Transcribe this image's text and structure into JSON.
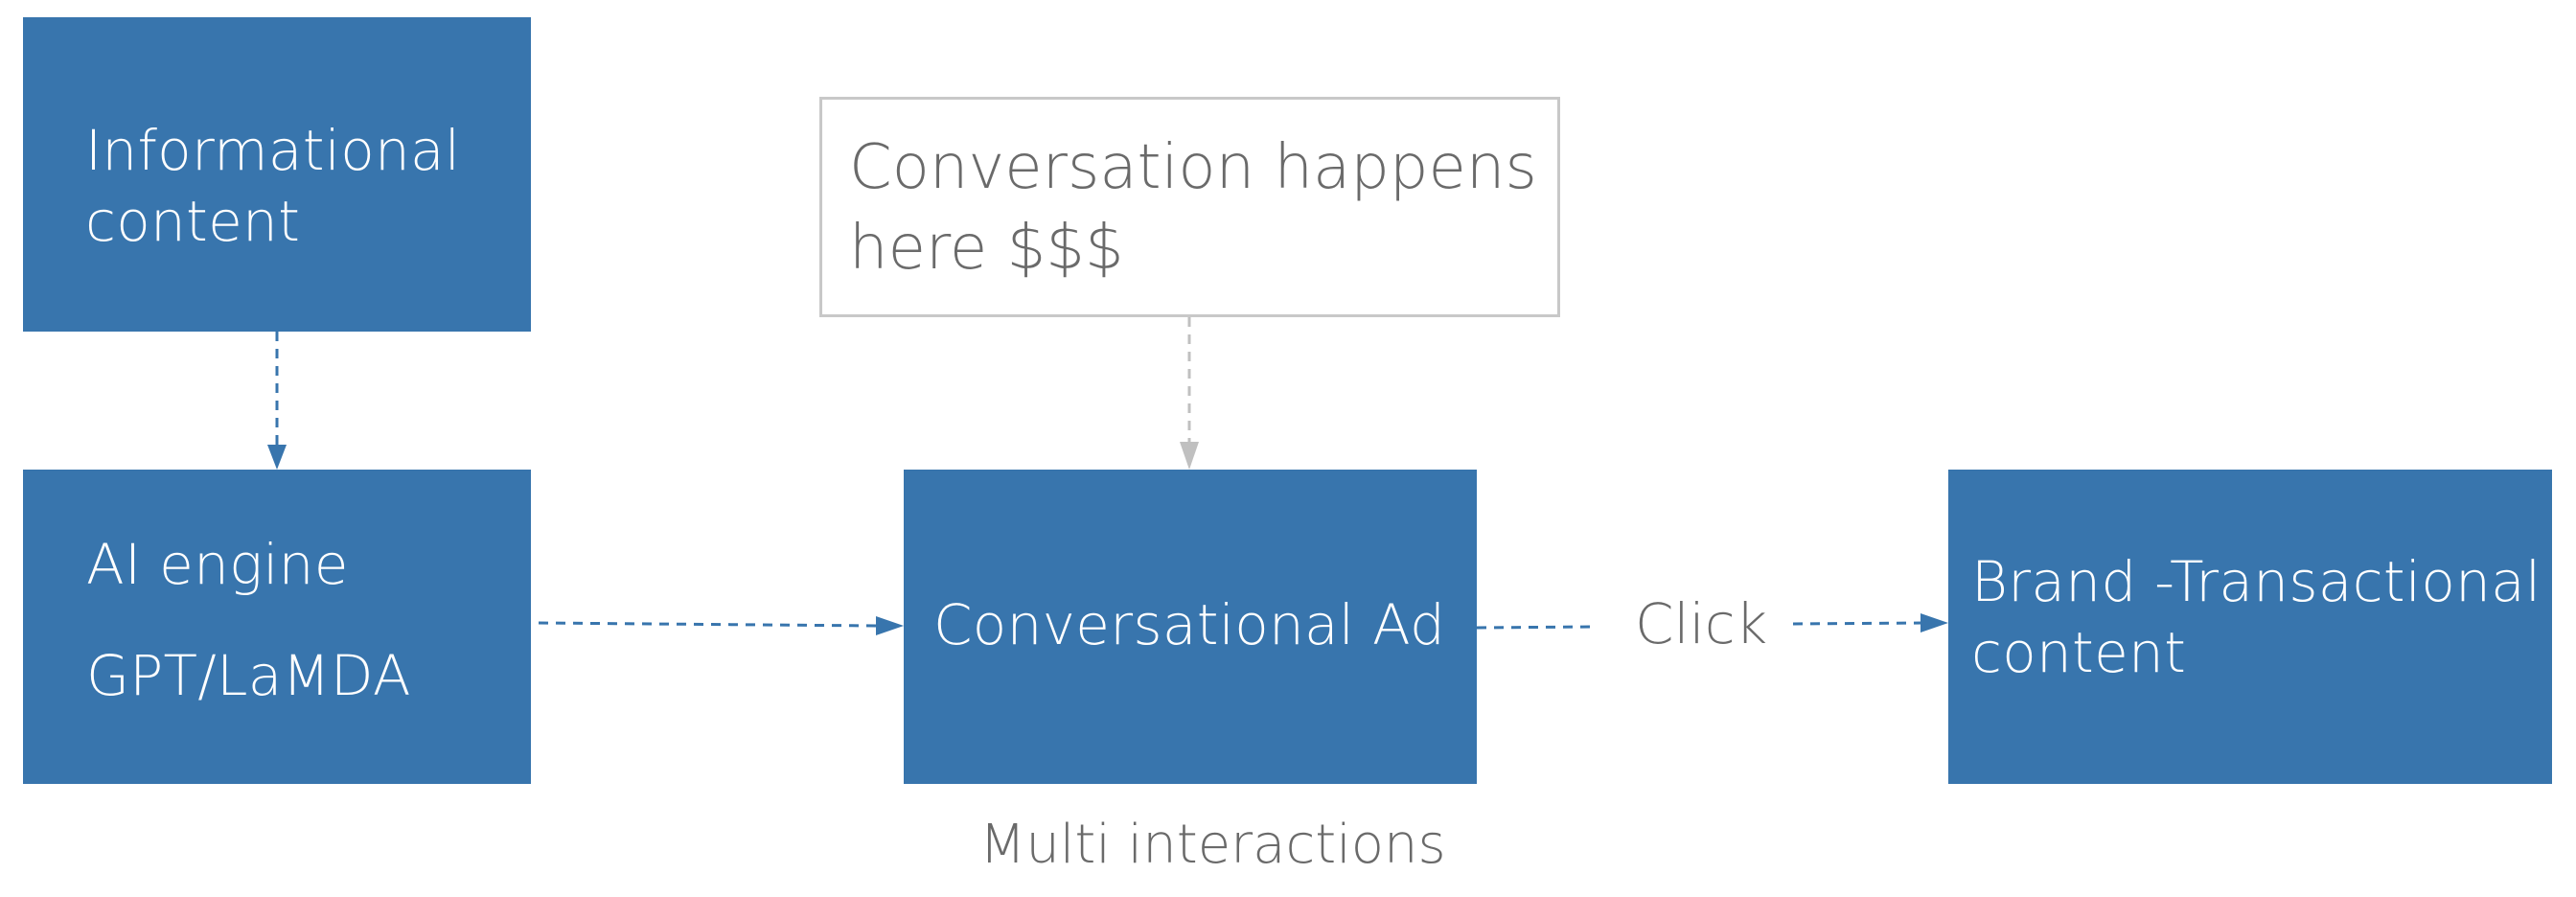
{
  "diagram": {
    "nodes": {
      "informational": {
        "line1": "Informational",
        "line2": "content"
      },
      "ai_engine": {
        "line1": "AI engine",
        "line2": "GPT/LaMDA"
      },
      "conversational_ad": {
        "label": "Conversational Ad"
      },
      "brand": {
        "line1": "Brand -Transactional",
        "line2": "content"
      },
      "note": {
        "line1": "Conversation happens",
        "line2": "here $$$"
      }
    },
    "labels": {
      "click": "Click",
      "multi": "Multi interactions"
    },
    "colors": {
      "box_fill": "#3875ad",
      "box_text": "#ffffff",
      "note_border": "#c8c8c8",
      "grey_text": "#6a6a6a",
      "connector_blue": "#3875ad",
      "connector_grey": "#c0c0c0"
    }
  }
}
